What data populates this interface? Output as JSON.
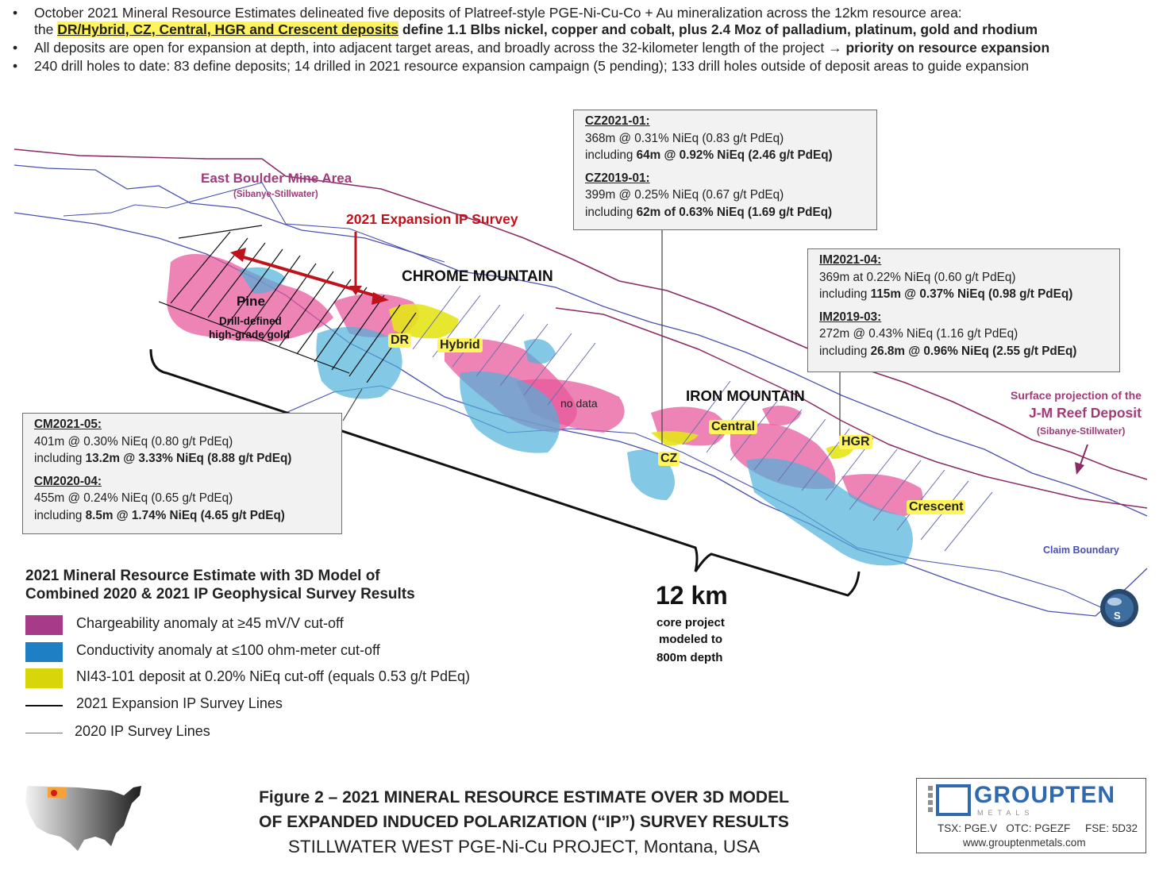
{
  "bullets": {
    "b1_text": "October 2021 Mineral Resource Estimates delineated five deposits of Platreef-style PGE-Ni-Cu-Co + Au mineralization across the 12km resource area:",
    "b1_line2_prefix": "the",
    "b1_highlight": "DR/Hybrid, CZ, Central, HGR and Crescent deposits",
    "b1_line2_bold": "define 1.1 Blbs nickel, copper and cobalt, plus 2.4 Moz of palladium, platinum, gold and rhodium",
    "b2_text": "All deposits are open for expansion at depth, into adjacent target areas, and broadly across the 32-kilometer length of the project",
    "b2_arrow": "→",
    "b2_bold": "priority on resource expansion",
    "b3_text": "240 drill holes to date:  83 define deposits; 14 drilled in 2021 resource expansion campaign (5 pending); 133 drill holes outside of deposit areas to guide expansion"
  },
  "map": {
    "east_boulder": "East Boulder Mine Area",
    "east_boulder_sub": "(Sibanye-Stillwater)",
    "expansion_survey": "2021 Expansion IP Survey",
    "chrome_mountain": "CHROME MOUNTAIN",
    "pine": "Pine",
    "drill_defined_1": "Drill-defined",
    "drill_defined_2": "high-grade gold",
    "dr": "DR",
    "hybrid": "Hybrid",
    "no_data": "no data",
    "iron_mountain": "IRON MOUNTAIN",
    "central": "Central",
    "cz": "CZ",
    "hgr": "HGR",
    "crescent": "Crescent",
    "surface_proj_1": "Surface projection of the",
    "surface_proj_2": "J-M Reef Deposit",
    "surface_proj_3": "(Sibanye-Stillwater)",
    "claim_boundary": "Claim Boundary",
    "km_big": "12 km",
    "km_sub_1": "core project",
    "km_sub_2": "modeled to",
    "km_sub_3": "800m depth",
    "compass_letter": "S"
  },
  "callouts": {
    "cz": {
      "h1": "CZ2021-01:",
      "l1": "368m @ 0.31% NiEq (0.83 g/t PdEq)",
      "l2_pre": "including ",
      "l2_bold": "64m @ 0.92% NiEq (2.46 g/t PdEq)",
      "h2": "CZ2019-01:",
      "l3": "399m @ 0.25% NiEq (0.67 g/t PdEq)",
      "l4_pre": "including ",
      "l4_bold": "62m of 0.63% NiEq (1.69 g/t PdEq)"
    },
    "im": {
      "h1": "IM2021-04:",
      "l1": "369m at 0.22% NiEq (0.60 g/t PdEq)",
      "l2_pre": "including ",
      "l2_bold": "115m @ 0.37% NiEq (0.98 g/t PdEq)",
      "h2": "IM2019-03:",
      "l3": "272m @ 0.43% NiEq (1.16 g/t PdEq)",
      "l4_pre": "including ",
      "l4_bold": "26.8m @ 0.96% NiEq (2.55 g/t PdEq)"
    },
    "cm": {
      "h1": "CM2021-05:",
      "l1": "401m @ 0.30% NiEq (0.80 g/t PdEq)",
      "l2_pre": "including ",
      "l2_bold": "13.2m @ 3.33% NiEq (8.88 g/t PdEq)",
      "h2": "CM2020-04:",
      "l3": "455m @ 0.24% NiEq (0.65 g/t PdEq)",
      "l4_pre": "including ",
      "l4_bold": "8.5m @ 1.74% NiEq (4.65 g/t PdEq)"
    }
  },
  "legend": {
    "title_1": "2021 Mineral Resource Estimate with 3D Model of",
    "title_2": "Combined 2020 & 2021 IP Geophysical Survey Results",
    "items": [
      {
        "label": "Chargeability anomaly at ≥45 mV/V cut-off",
        "color": "#a83a8a"
      },
      {
        "label": "Conductivity anomaly at ≤100 ohm-meter cut-off",
        "color": "#1f7fc4"
      },
      {
        "label": "NI43-101 deposit at 0.20% NiEq cut-off (equals 0.53 g/t PdEq)",
        "color": "#d6d60a"
      },
      {
        "label": "2021 Expansion IP Survey Lines",
        "color": "#111111"
      },
      {
        "label": "2020 IP Survey Lines",
        "color": "#6b6fae"
      }
    ]
  },
  "figure": {
    "line1": "Figure 2  –  2021 MINERAL RESOURCE ESTIMATE OVER 3D MODEL",
    "line2": "OF EXPANDED INDUCED POLARIZATION (“IP”) SURVEY RESULTS",
    "line3": "STILLWATER WEST PGE-Ni-Cu PROJECT, Montana, USA"
  },
  "logo": {
    "name": "GROUPTEN",
    "sub": "METALS",
    "tickers": "TSX: PGE.V   OTC: PGEZF     FSE: 5D32",
    "url": "www.grouptenmetals.com"
  },
  "colors": {
    "pink": "#e8559a",
    "blue": "#4fb0d8",
    "yellow": "#e4e41a",
    "boundary": "#4a50b0",
    "reef": "#8a2a66",
    "arrow": "#c0121a"
  }
}
